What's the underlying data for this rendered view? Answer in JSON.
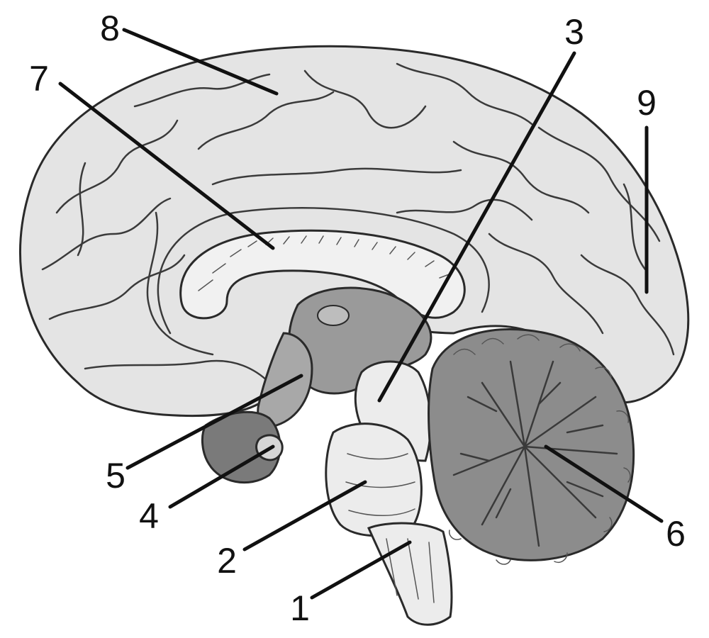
{
  "diagram": {
    "labels": [
      {
        "id": "1",
        "text": "1"
      },
      {
        "id": "2",
        "text": "2"
      },
      {
        "id": "3",
        "text": "3"
      },
      {
        "id": "4",
        "text": "4"
      },
      {
        "id": "5",
        "text": "5"
      },
      {
        "id": "6",
        "text": "6"
      },
      {
        "id": "7",
        "text": "7"
      },
      {
        "id": "8",
        "text": "8"
      },
      {
        "id": "9",
        "text": "9"
      }
    ],
    "colors": {
      "cortex": "#e4e4e4",
      "corpus_callosum": "#f1f1f1",
      "brainstem": "#ececec",
      "diencephalon": "#9a9a9a",
      "cerebellum": "#8c8c8c",
      "ink": "#111111"
    }
  }
}
